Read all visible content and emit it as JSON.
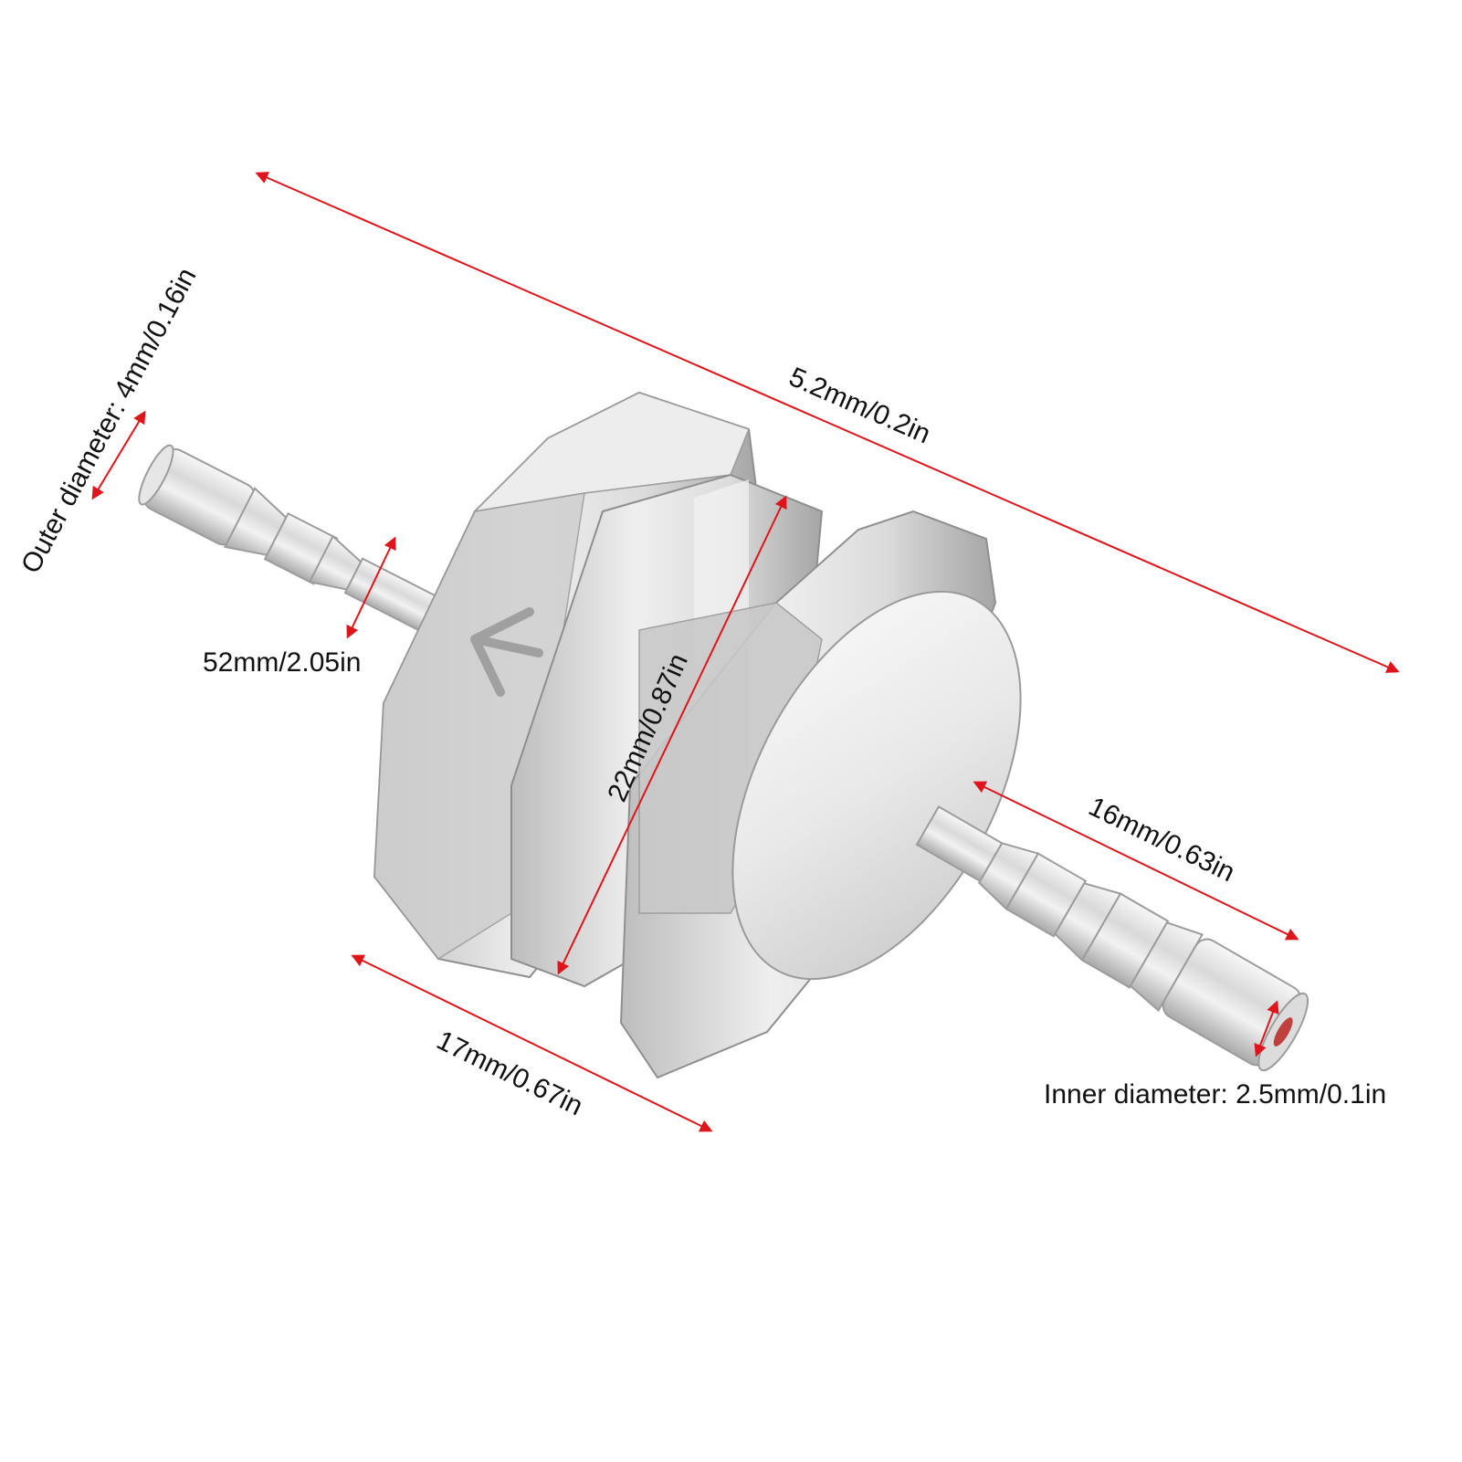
{
  "dimensions": {
    "overall_length": "5.2mm/0.2in",
    "outer_diameter": "Outer diameter: 4mm/0.16in",
    "barb_length": "52mm/2.05in",
    "body_diameter": "22mm/0.87in",
    "barb_right_length": "16mm/0.63in",
    "body_width": "17mm/0.67in",
    "inner_diameter": "Inner diameter: 2.5mm/0.1in"
  },
  "colors": {
    "dimension_line": "#e0141b",
    "metal_light": "#eeeeee",
    "metal_mid": "#cfcfcf",
    "metal_dark": "#9a9a9a",
    "background": "#ffffff"
  },
  "icons": {
    "flow_direction": "arrow-left-icon"
  }
}
